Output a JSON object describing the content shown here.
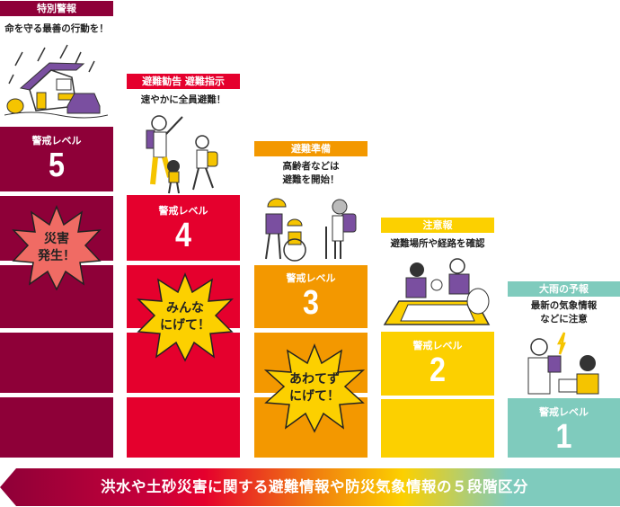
{
  "colors": {
    "level5": "#8e0038",
    "level4": "#e5002d",
    "level3": "#f39800",
    "level2": "#fcd000",
    "level1": "#7fcbbd"
  },
  "level_label": "警戒レベル",
  "levels": [
    {
      "number": "5",
      "tag": "特別警報",
      "message": "命を守る最善の行動を！",
      "burst": [
        "災害",
        "発生！"
      ],
      "illustration": "flooded-house-icon"
    },
    {
      "number": "4",
      "tag": "避難勧告 避難指示",
      "message": "速やかに全員避難！",
      "burst": [
        "みんな",
        "にげて！"
      ],
      "illustration": "family-evacuating-icon"
    },
    {
      "number": "3",
      "tag": "避難準備",
      "message": [
        "高齢者などは",
        "避難を開始！"
      ],
      "burst": [
        "あわてず",
        "にげて！"
      ],
      "illustration": "elderly-evacuating-icon"
    },
    {
      "number": "2",
      "tag": "注意報",
      "message": "避難場所や経路を確認",
      "illustration": "family-map-icon"
    },
    {
      "number": "1",
      "tag": "大雨の予報",
      "message": [
        "最新の気象情報",
        "などに注意"
      ],
      "illustration": "weather-info-icon"
    }
  ],
  "banner": "洪水や土砂災害に関する避難情報や防災気象情報の５段階区分"
}
